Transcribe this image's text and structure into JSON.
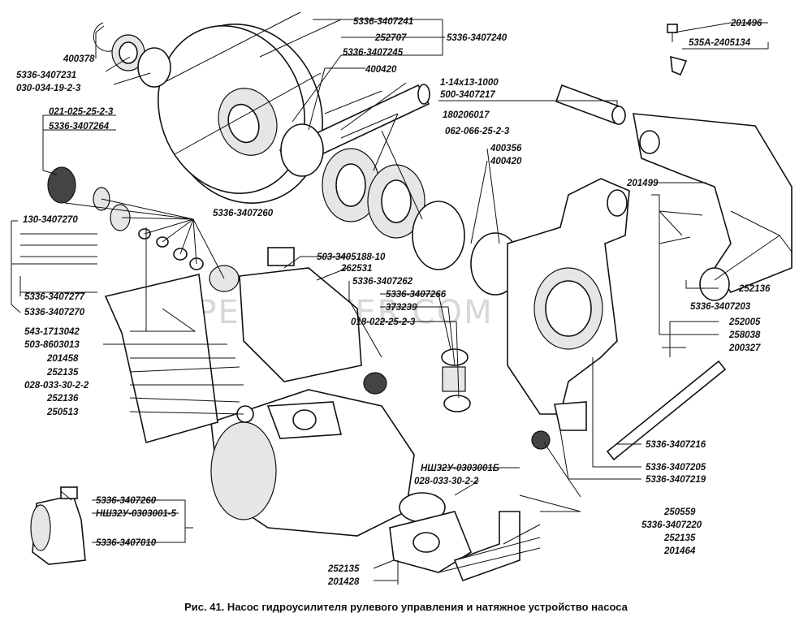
{
  "watermark": "SPECSERVER.COM",
  "caption": "Рис. 41. Насос гидроусилителя рулевого управления и натяжное устройство насоса",
  "labels": {
    "l400378": "400378",
    "l5336_3407231": "5336-3407231",
    "l030_034": "030-034-19-2-3",
    "l5336_3407241": "5336-3407241",
    "l252707": "252707",
    "l5336_3407240": "5336-3407240",
    "l5336_3407245": "5336-3407245",
    "l400420a": "400420",
    "l1_14x13": "1-14x13-1000",
    "l500_3407217": "500-3407217",
    "l180206017": "180206017",
    "l062_066": "062-066-25-2-3",
    "l400356": "400356",
    "l400420b": "400420",
    "l201496": "201496",
    "l535A": "535А-2405134",
    "l021_025": "021-025-25-2-3",
    "l5336_3407264": "5336-3407264",
    "l130_3407270": "130-3407270",
    "l5336_3407260a": "5336-3407260",
    "l5336_3407277": "5336-3407277",
    "l5336_3407270": "5336-3407270",
    "l543": "543-1713042",
    "l503_8603013": "503-8603013",
    "l201458": "201458",
    "l252135a": "252135",
    "l028_033a": "028-033-30-2-2",
    "l252136a": "252136",
    "l250513": "250513",
    "l503_3405188": "503-3405188-10",
    "l262531": "262531",
    "l5336_3407262": "5336-3407262",
    "l5336_3407266": "5336-3407266",
    "l373239": "373239",
    "l018_022": "018-022-25-2-3",
    "l201499": "201499",
    "l252136b": "252136",
    "l5336_3407203": "5336-3407203",
    "l252005": "252005",
    "l258038": "258038",
    "l200327": "200327",
    "l5336_3407216": "5336-3407216",
    "l5336_3407205": "5336-3407205",
    "l5336_3407219": "5336-3407219",
    "l NSH32U_0303001S": "НШ32У-0303001Б",
    "l028_033b": "028-033-30-2-2",
    "l250559": "250559",
    "l5336_3407220": "5336-3407220",
    "l252135b": "252135",
    "l201464": "201464",
    "l5336_3407260b": "5336-3407260",
    "l NSH32U_0303001_5": "НШ32У-0303001-5",
    "l5336_3407010": "5336-3407010",
    "l252135c": "252135",
    "l201428": "201428"
  }
}
